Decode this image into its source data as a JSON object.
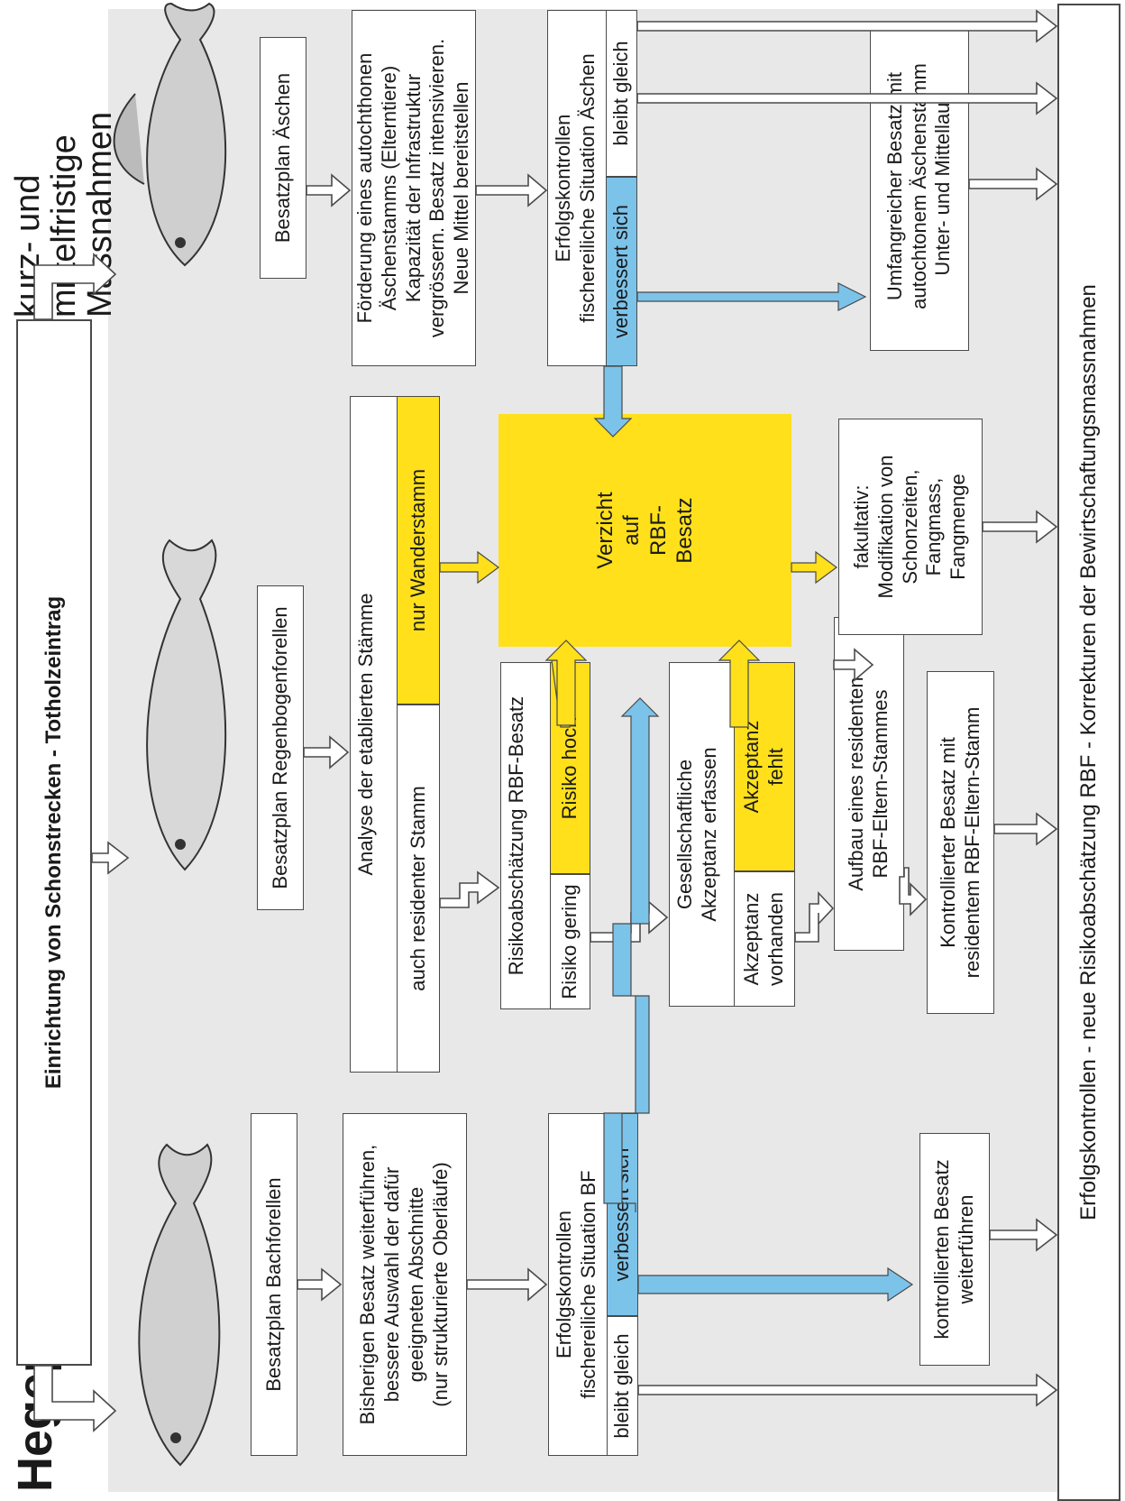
{
  "page_title": "Hegeplan",
  "heading_right": "kurz- und mittelfristige\nMassnahmen",
  "top_banner": "Einrichtung von Schonstrecken - Totholzeintrag",
  "bottom_banner": "Erfolgskontrollen - neue Risikoabschätzung RBF - Korrekturen der Bewirtschaftungsmassnahmen",
  "colors": {
    "panel": "#e8e8e8",
    "yellow": "#ffe01b",
    "blue": "#7cc3ea",
    "outline": "#4a4a4a"
  },
  "fish": {
    "left": "brown-trout-illustration",
    "middle": "rainbow-trout-illustration",
    "right": "grayling-illustration"
  },
  "bf": {
    "plan": "Besatzplan Bachforellen",
    "measure": "Bisherigen Besatz weiterführen,\nbessere Auswahl der dafür\ngeeigneten Abschnitte\n(nur strukturierte Oberläufe)",
    "control": "Erfolgskontrollen\nfischereiliche Situation BF",
    "same": "bleibt gleich",
    "better": "verbessert sich",
    "continue": "kontrollierten Besatz\nweiterführen"
  },
  "rbf": {
    "plan": "Besatzplan Regenbogenforellen",
    "analysis": "Analyse der etablierten Stämme",
    "resident": "auch residenter Stamm",
    "migratory": "nur Wanderstamm",
    "risk": "Risikoabschätzung RBF-Besatz",
    "risk_low": "Risiko gering",
    "risk_high": "Risiko hoch",
    "accept": "Gesellschaftliche\nAkzeptanz erfassen",
    "accept_yes": "Akzeptanz\nvorhanden",
    "accept_no": "Akzeptanz\nfehlt",
    "build": "Aufbau eines residenten\nRBF-Eltern-Stammes",
    "controlled": "Kontrollierter Besatz mit\nresidentem RBF-Eltern-Stamm",
    "renounce": "Verzicht\nauf\nRBF-\nBesatz",
    "optional": "fakultativ:\nModifikation von\nSchonzeiten,\nFangmass,\nFangmenge"
  },
  "ae": {
    "plan": "Besatzplan Äschen",
    "measure": "Förderung eines autochthonen\nÄschenstamms (Elterntiere)\nKapazität der Infrastruktur\nvergrössern. Besatz intensivieren.\nNeue Mittel bereitstellen",
    "control": "Erfolgskontrollen\nfischereiliche Situation Äschen",
    "better": "verbessert sich",
    "same": "bleibt gleich",
    "extensive": "Umfangreicher Besatz mit\nautochtonem Äschenstamm\nUnter- und Mittellauf"
  }
}
